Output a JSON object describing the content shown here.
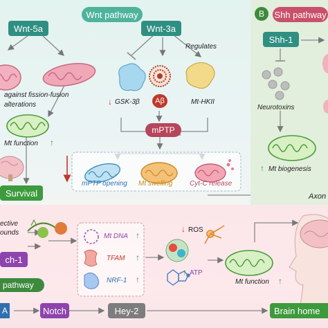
{
  "wnt": {
    "title": "Wnt pathway",
    "wnt5a": "Wnt-5a",
    "wnt3a": "Wnt-3a",
    "regulates": "Regulates",
    "against_line1": "against fission-fusion",
    "against_line2": "alterations",
    "gsk_arrow": "↓",
    "gsk": "GSK-3β",
    "abeta": "Aβ",
    "mthk": "Mt-HKII",
    "mptp": "mPTP",
    "mt_function": "Mt function",
    "mt_function_arrow": "↑",
    "survival": "Survival",
    "mptp_opening": "mPTP opening",
    "mt_swelling": "Mt swelling",
    "cytc": "Cyt-C release"
  },
  "shh": {
    "letter": "B",
    "title": "Shh pathway",
    "shh1": "Shh-1",
    "neurotoxins": "Neurotoxins",
    "biogenesis_arrow": "↑",
    "biogenesis": "Mt biogenesis",
    "axon": "Axon"
  },
  "notch": {
    "protective_line1": "ective",
    "protective_line2": "ounds",
    "notch1": "ch-1",
    "pathway_label": "pathway",
    "mt_dna": "Mt DNA",
    "tfam": "TFAM",
    "nrf1": "NRF-1",
    "ros_arrow": "↓",
    "ros": "ROS",
    "atp_arrow": "↑",
    "atp": "ATP",
    "mt_function": "Mt function",
    "mt_function_arrow": "↑",
    "letter_a": "A",
    "notch": "Notch",
    "hey2": "Hey-2",
    "brain_home": "Brain home"
  },
  "colors": {
    "teal": "#2f8f82",
    "purple": "#8e44ad",
    "green": "#3d9a3d",
    "red": "#c0392b",
    "up_arrow": "#2e9b3b"
  }
}
